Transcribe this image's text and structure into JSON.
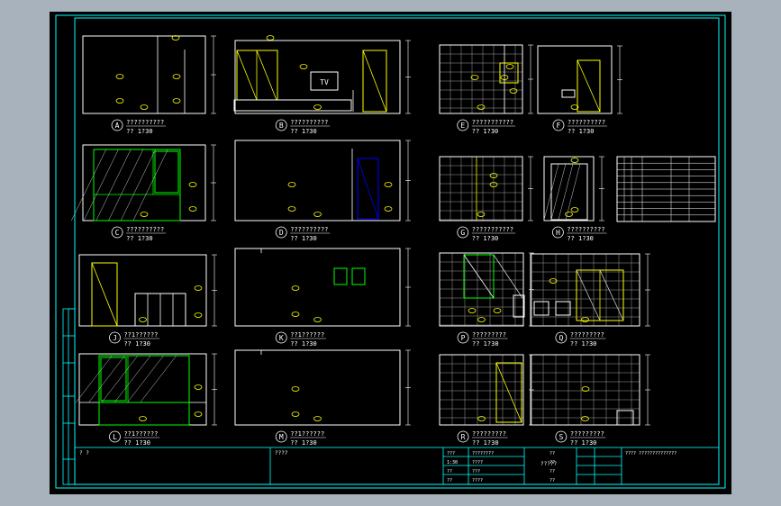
{
  "drawing": {
    "title_block_left": "? ?",
    "title_block_center": "????",
    "title_block_label2": "?????",
    "title_block_right": "????  ??????????????",
    "table_rows": [
      [
        "???",
        "????????",
        "??"
      ],
      [
        "1:30",
        "????",
        "??"
      ],
      [
        "??",
        "???",
        "??"
      ],
      [
        "??",
        "????",
        "??"
      ]
    ]
  },
  "views": [
    {
      "letter": "A",
      "caption": "??????????",
      "scale": "??  1?30"
    },
    {
      "letter": "B",
      "caption": "??????????",
      "scale": "??  1?30"
    },
    {
      "letter": "E",
      "caption": "???????????",
      "scale": "??  1?30"
    },
    {
      "letter": "F",
      "caption": "??????????",
      "scale": "??  1?30"
    },
    {
      "letter": "C",
      "caption": "??????????",
      "scale": "??  1?30"
    },
    {
      "letter": "D",
      "caption": "??????????",
      "scale": "??  1?30"
    },
    {
      "letter": "G",
      "caption": "???????????",
      "scale": "??  1?30"
    },
    {
      "letter": "H",
      "caption": "??????????",
      "scale": "??  1?30"
    },
    {
      "letter": "J",
      "caption": "??1??????",
      "scale": "??  1?30"
    },
    {
      "letter": "K",
      "caption": "??1??????",
      "scale": "??  1?30"
    },
    {
      "letter": "P",
      "caption": "?????????",
      "scale": "??  1?30"
    },
    {
      "letter": "Q",
      "caption": "?????????",
      "scale": "??  1?30"
    },
    {
      "letter": "L",
      "caption": "??1??????",
      "scale": "??  1?30"
    },
    {
      "letter": "M",
      "caption": "??1??????",
      "scale": "??  1?30"
    },
    {
      "letter": "R",
      "caption": "?????????",
      "scale": "??  1?30"
    },
    {
      "letter": "S",
      "caption": "?????????",
      "scale": "??  1?30"
    }
  ],
  "tv_label": "TV",
  "colors": {
    "background": "#a7b2bd",
    "sheet": "#000000",
    "frame": "#00ffff",
    "wall": "#ffffff",
    "furniture": "#ffff00",
    "window": "#00ff00",
    "door": "#0000ff",
    "tile": "#a0a0a0"
  }
}
